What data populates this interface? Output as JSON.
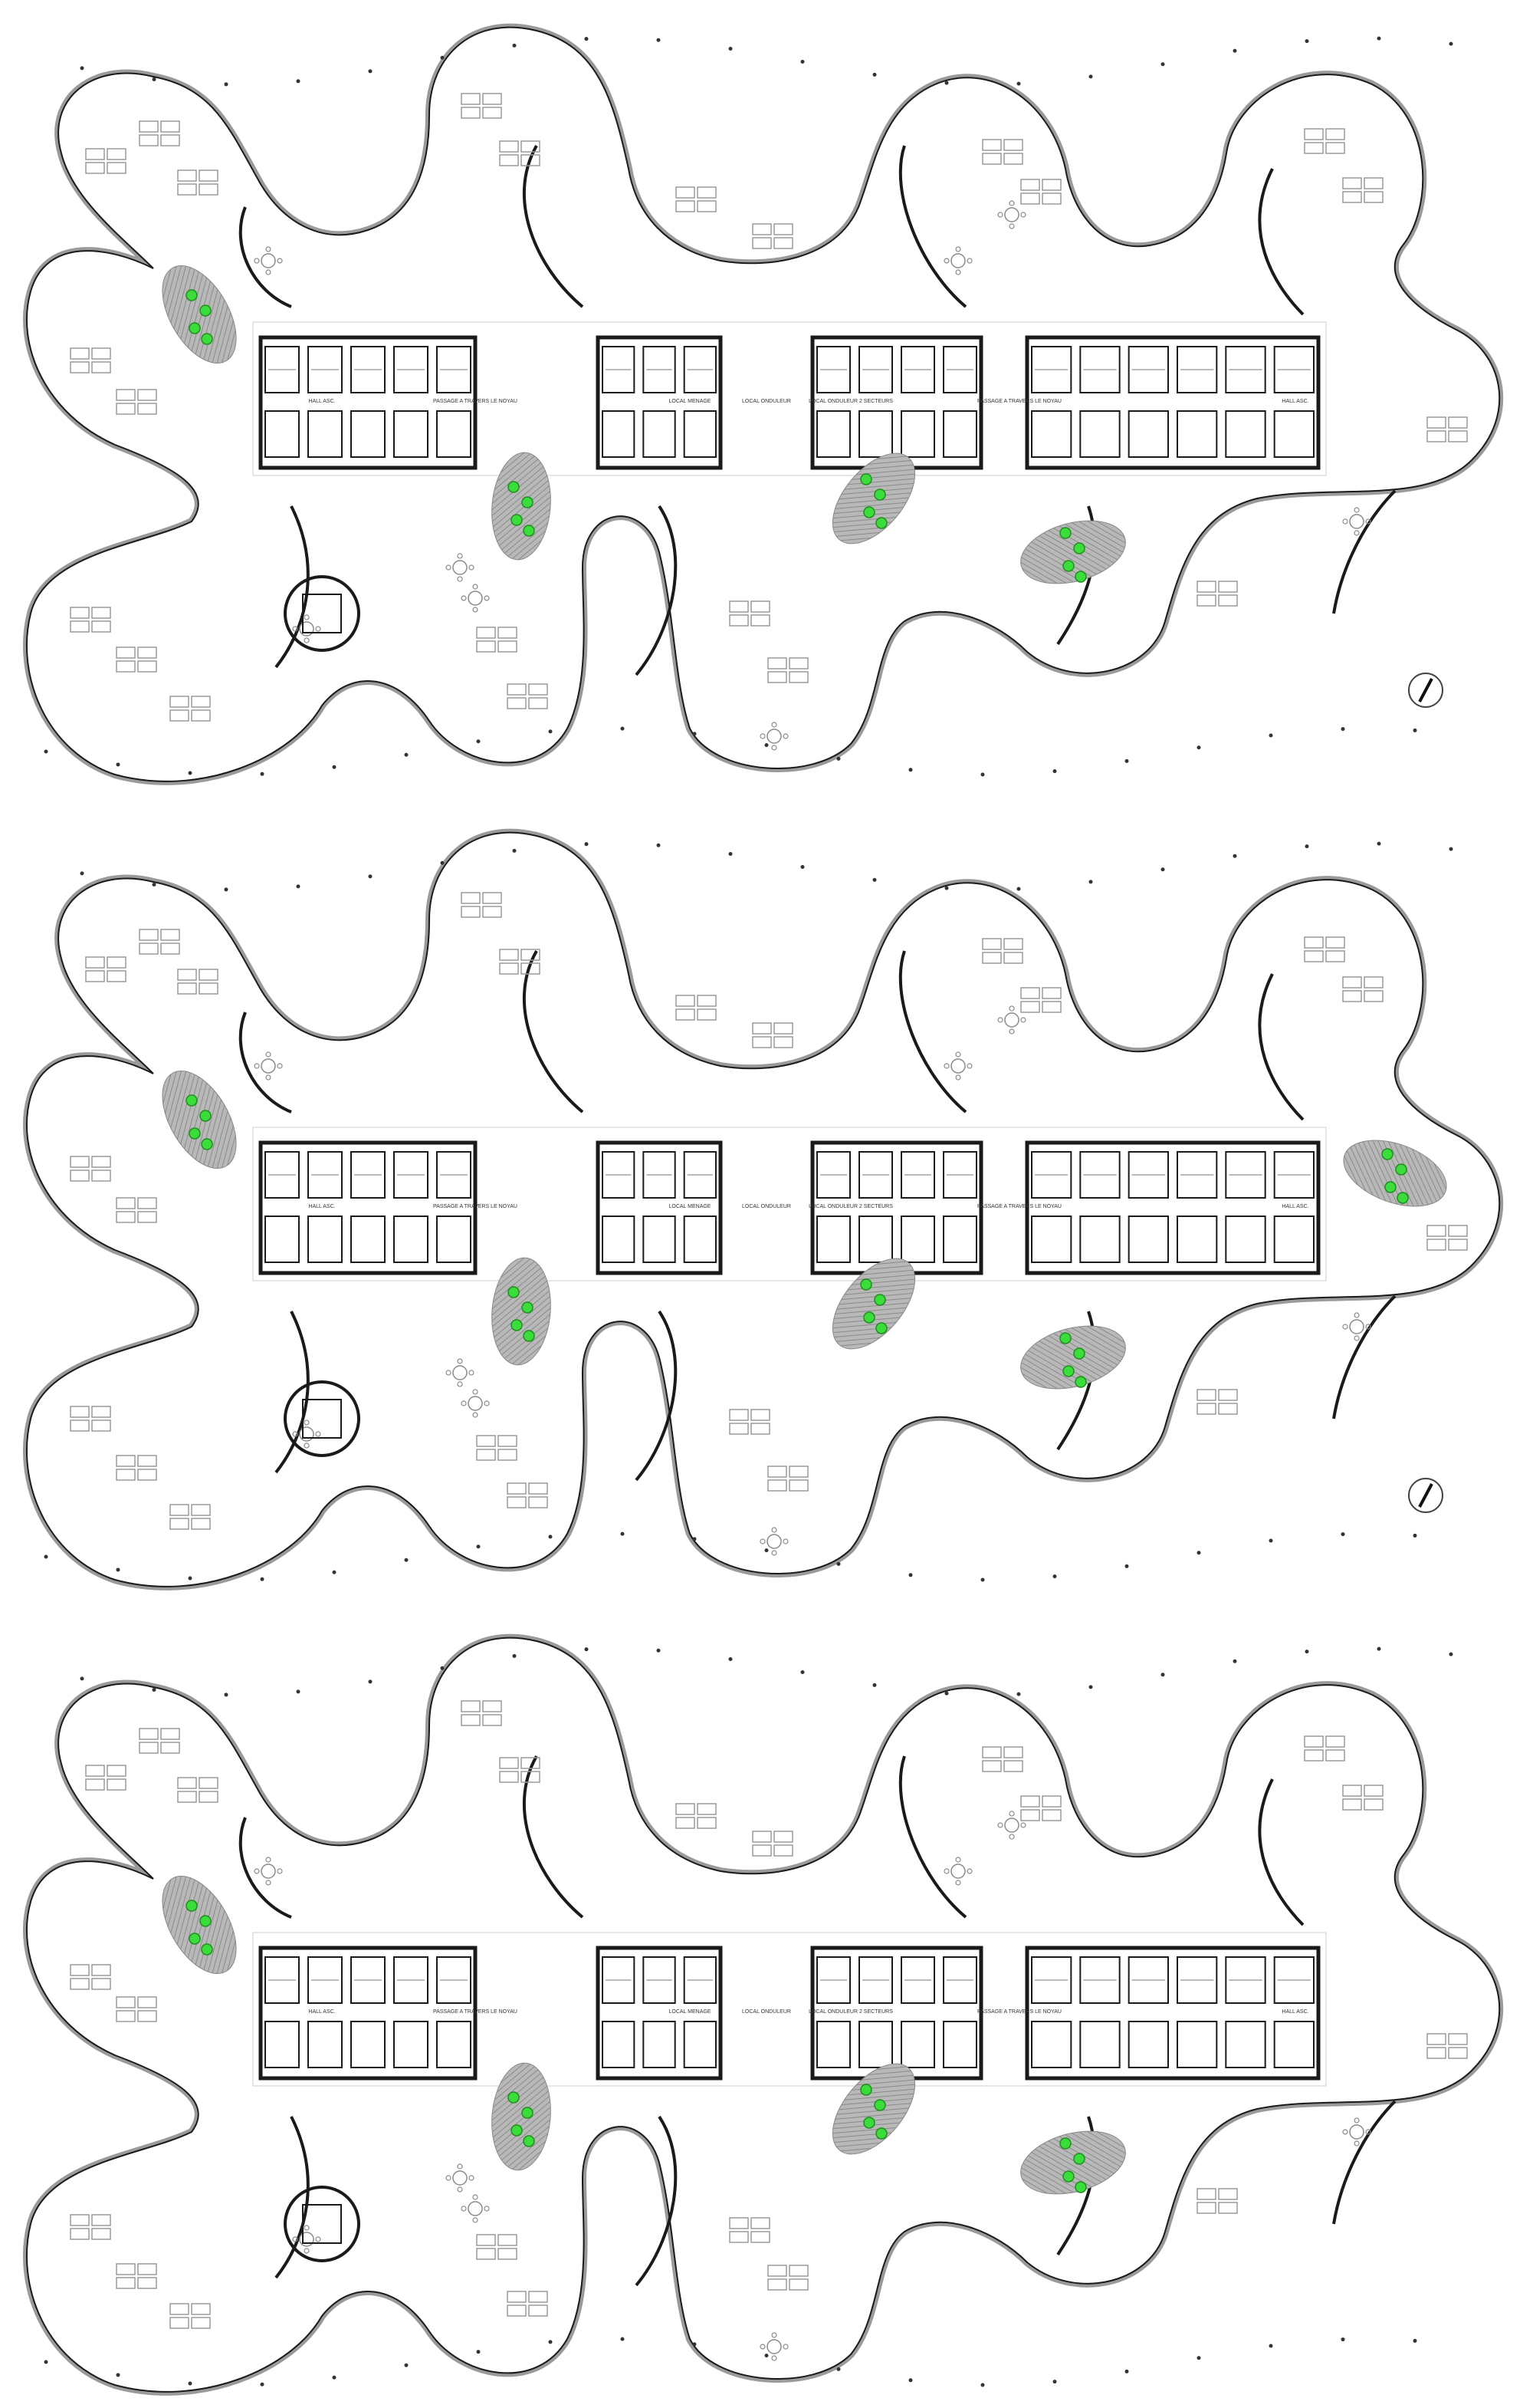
{
  "colors": {
    "wall": "#1a1a1a",
    "line": "#7a7a7a",
    "furniture": "#9a9a9a",
    "patio": "#9c9c9c",
    "tree": "#3ddc3d",
    "tree_dark": "#1f8f1f",
    "background": "#ffffff"
  },
  "levels": [
    {
      "core_labels": [
        "HALL ASC.",
        "PASSAGE A TRAVERS LE NOYAU",
        "LOCAL MENAGE",
        "LOCAL ONDULEUR",
        "LOCAL ONDULEUR 2 SECTEURS",
        "PASSAGE A TRAVERS LE NOYAU",
        "HALL ASC."
      ]
    },
    {
      "core_labels": [
        "HALL ASC.",
        "PASSAGE A TRAVERS LE NOYAU",
        "LOCAL MENAGE",
        "LOCAL ONDULEUR",
        "LOCAL ONDULEUR 2 SECTEURS",
        "PASSAGE A TRAVERS LE NOYAU",
        "HALL ASC."
      ]
    },
    {
      "core_labels": [
        "HALL ASC.",
        "PASSAGE A TRAVERS LE NOYAU",
        "LOCAL MENAGE",
        "LOCAL ONDULEUR",
        "LOCAL ONDULEUR 2 SECTEURS",
        "PASSAGE A TRAVERS LE NOYAU",
        "HALL ASC."
      ]
    }
  ]
}
